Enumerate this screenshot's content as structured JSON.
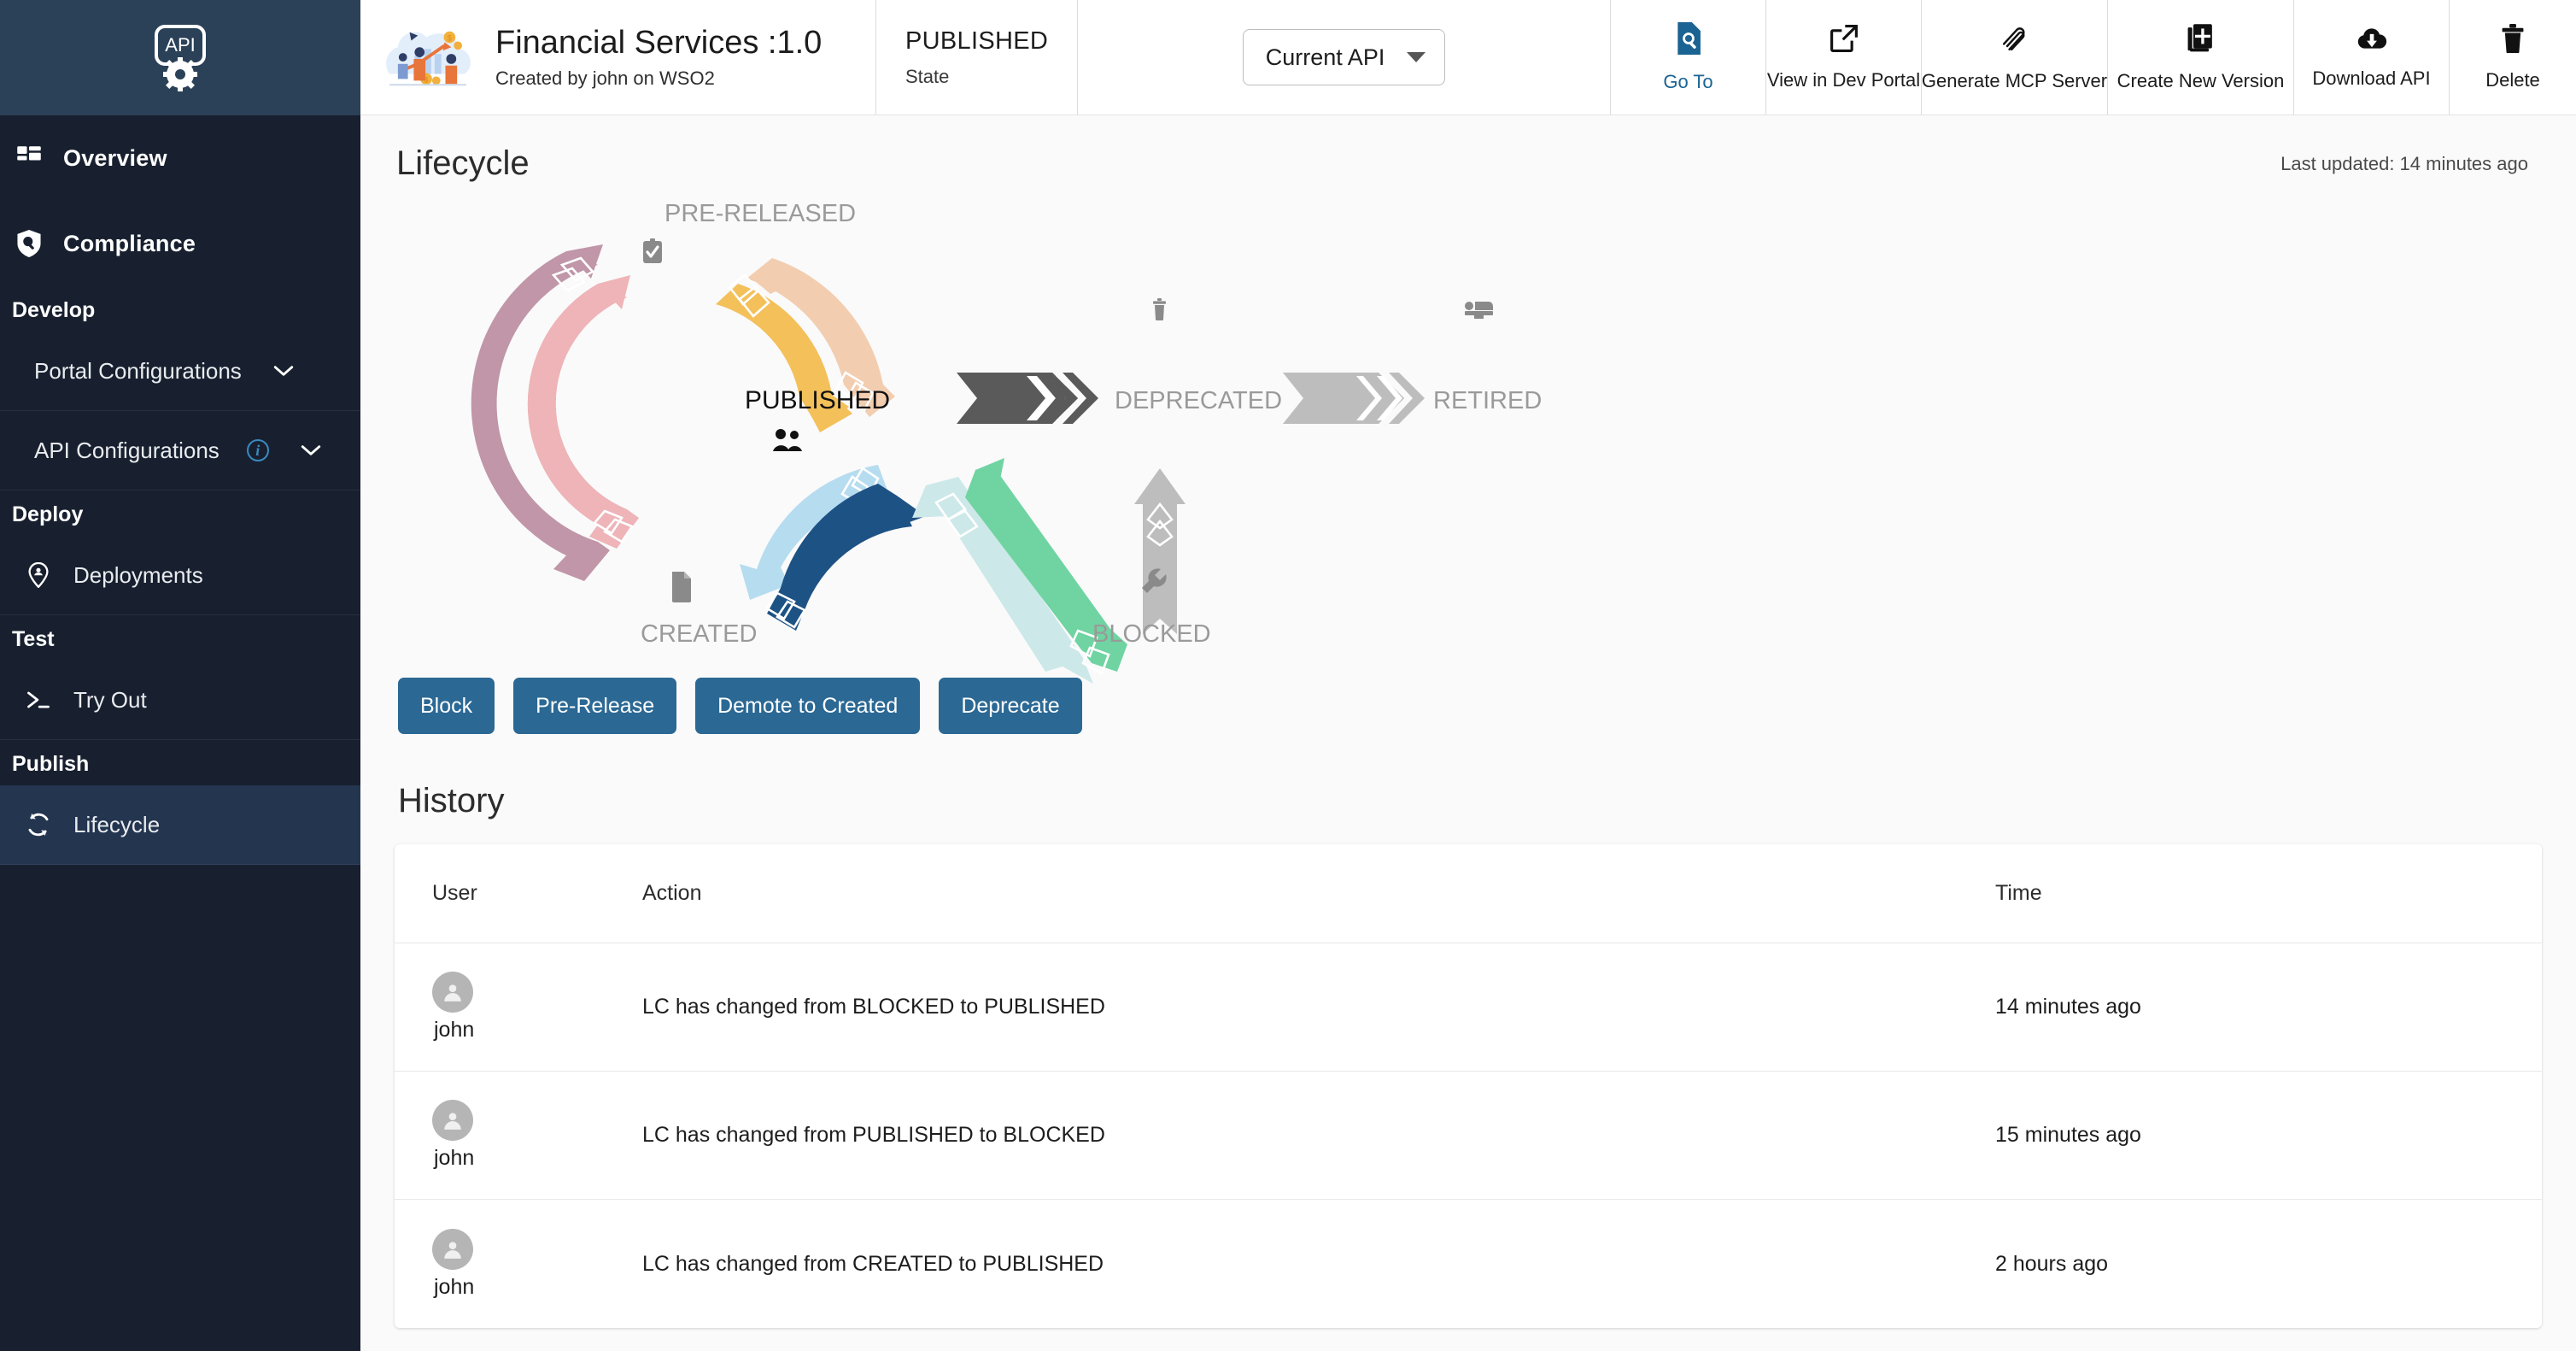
{
  "sidebar": {
    "logo_icon": "api-gear-logo",
    "top_items": [
      {
        "label": "Overview",
        "icon": "dashboard-grid-icon"
      },
      {
        "label": "Compliance",
        "icon": "shield-check-icon"
      }
    ],
    "groups": [
      {
        "title": "Develop",
        "items": [
          {
            "label": "Portal Configurations",
            "icon": "chevron-down-icon",
            "collapsible": true,
            "info": false
          },
          {
            "label": "API Configurations",
            "icon": "chevron-down-icon",
            "collapsible": true,
            "info": true,
            "info_icon": "info-circle-icon"
          }
        ]
      },
      {
        "title": "Deploy",
        "items": [
          {
            "label": "Deployments",
            "icon": "map-pin-user-icon",
            "collapsible": false
          }
        ]
      },
      {
        "title": "Test",
        "items": [
          {
            "label": "Try Out",
            "icon": "terminal-prompt-icon",
            "collapsible": false
          }
        ]
      },
      {
        "title": "Publish",
        "items": [
          {
            "label": "Lifecycle",
            "icon": "refresh-cycle-icon",
            "collapsible": false,
            "active": true
          }
        ]
      }
    ]
  },
  "topbar": {
    "api_name": "Financial Services :1.0",
    "api_created_by": "Created by john on WSO2",
    "thumb_icon": "financial-illustration-icon",
    "state_value": "PUBLISHED",
    "state_label": "State",
    "api_selector_value": "Current API",
    "api_selector_caret_icon": "caret-down-icon",
    "actions": [
      {
        "label": "Go To",
        "icon": "go-to-doc-search-icon",
        "primary": true
      },
      {
        "label": "View in Dev Portal",
        "icon": "external-link-icon",
        "primary": false
      },
      {
        "label": "Generate MCP Server",
        "icon": "mcp-paperclip-icon",
        "primary": false
      },
      {
        "label": "Create New Version",
        "icon": "copy-plus-icon",
        "primary": false
      },
      {
        "label": "Download API",
        "icon": "cloud-download-icon",
        "primary": false
      },
      {
        "label": "Delete",
        "icon": "trash-icon",
        "primary": false
      }
    ]
  },
  "page": {
    "title": "Lifecycle",
    "last_updated": "Last updated: 14 minutes ago"
  },
  "lifecycle": {
    "states": [
      {
        "name": "PRE-RELEASED",
        "icon": "clipboard-check-icon",
        "current": false
      },
      {
        "name": "CREATED",
        "icon": "document-icon",
        "current": false
      },
      {
        "name": "PUBLISHED",
        "icon": "people-icon",
        "current": true
      },
      {
        "name": "BLOCKED",
        "icon": "wrench-icon",
        "current": false
      },
      {
        "name": "DEPRECATED",
        "icon": "trash-icon",
        "current": false
      },
      {
        "name": "RETIRED",
        "icon": "retired-bed-icon",
        "current": false
      }
    ],
    "colors": {
      "mauve": "#c096a8",
      "pink": "#eeb4b8",
      "peach": "#f2cdb0",
      "amber": "#f3c05a",
      "light_blue": "#b6dcf0",
      "navy": "#1d5284",
      "pale_teal": "#cde8e9",
      "green": "#6fd4a2",
      "grey": "#bdbdbd",
      "dark_grey": "#5a5a5a",
      "label_grey": "#9a9a9a",
      "label_active": "#111111"
    }
  },
  "actions": {
    "buttons": [
      {
        "label": "Block"
      },
      {
        "label": "Pre-Release"
      },
      {
        "label": "Demote to Created"
      },
      {
        "label": "Deprecate"
      }
    ],
    "color": "#2b6894"
  },
  "history": {
    "title": "History",
    "columns": [
      "User",
      "Action",
      "Time"
    ],
    "rows": [
      {
        "user": "john",
        "avatar_icon": "user-avatar-icon",
        "action": "LC has changed from BLOCKED to PUBLISHED",
        "time": "14 minutes ago"
      },
      {
        "user": "john",
        "avatar_icon": "user-avatar-icon",
        "action": "LC has changed from PUBLISHED to BLOCKED",
        "time": "15 minutes ago"
      },
      {
        "user": "john",
        "avatar_icon": "user-avatar-icon",
        "action": "LC has changed from CREATED to PUBLISHED",
        "time": "2 hours ago"
      }
    ]
  }
}
